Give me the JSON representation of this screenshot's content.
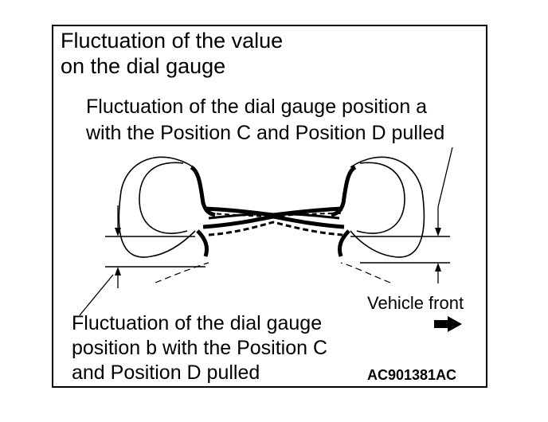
{
  "title": {
    "line1": "Fluctuation of the value",
    "line2": "on the dial gauge"
  },
  "caption_a": {
    "line1": "Fluctuation of the dial gauge position a",
    "line2": "with the Position C and Position D pulled"
  },
  "caption_b": {
    "line1": "Fluctuation of the dial gauge",
    "line2": "position b with the Position C",
    "line3": "and Position D pulled"
  },
  "vehicle_front_label": "Vehicle front",
  "figure_code": "AC901381AC",
  "icons": {
    "direction_arrow": "arrow-right-icon"
  }
}
